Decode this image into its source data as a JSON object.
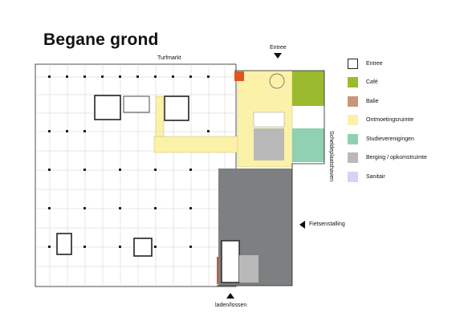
{
  "title": "Begane grond",
  "labels": {
    "turfmarkt": "Turfmarkt",
    "entree": "Entree",
    "scheldeplein": "Scheldeplaatshaven",
    "fietsenstalling": "Fietsenstalling",
    "laden": "laden/lossen"
  },
  "legend": [
    {
      "label": "Entree",
      "color": "#ffffff",
      "border": "#222222"
    },
    {
      "label": "Café",
      "color": "#9bbb2e",
      "border": "#9bbb2e"
    },
    {
      "label": "Balie",
      "color": "#c8967a",
      "border": "#c8967a"
    },
    {
      "label": "Ontmoetingsruimte",
      "color": "#fbf1a9",
      "border": "#fbf1a9"
    },
    {
      "label": "Studieverenigingen",
      "color": "#8fd1b0",
      "border": "#8fd1b0"
    },
    {
      "label": "Berging / opkomstruimte",
      "color": "#b9b9b9",
      "border": "#b9b9b9"
    },
    {
      "label": "Sanitair",
      "color": "#d6d3f6",
      "border": "#d6d3f6"
    }
  ],
  "colors": {
    "meeting": "#fbf1a9",
    "cafe": "#9bbb2e",
    "study": "#8fd1b0",
    "storage": "#b9b9b9",
    "bikes": "#7d7f80",
    "orange": "#e0541f",
    "grid": "#c9c9c9",
    "wall": "#222222"
  }
}
